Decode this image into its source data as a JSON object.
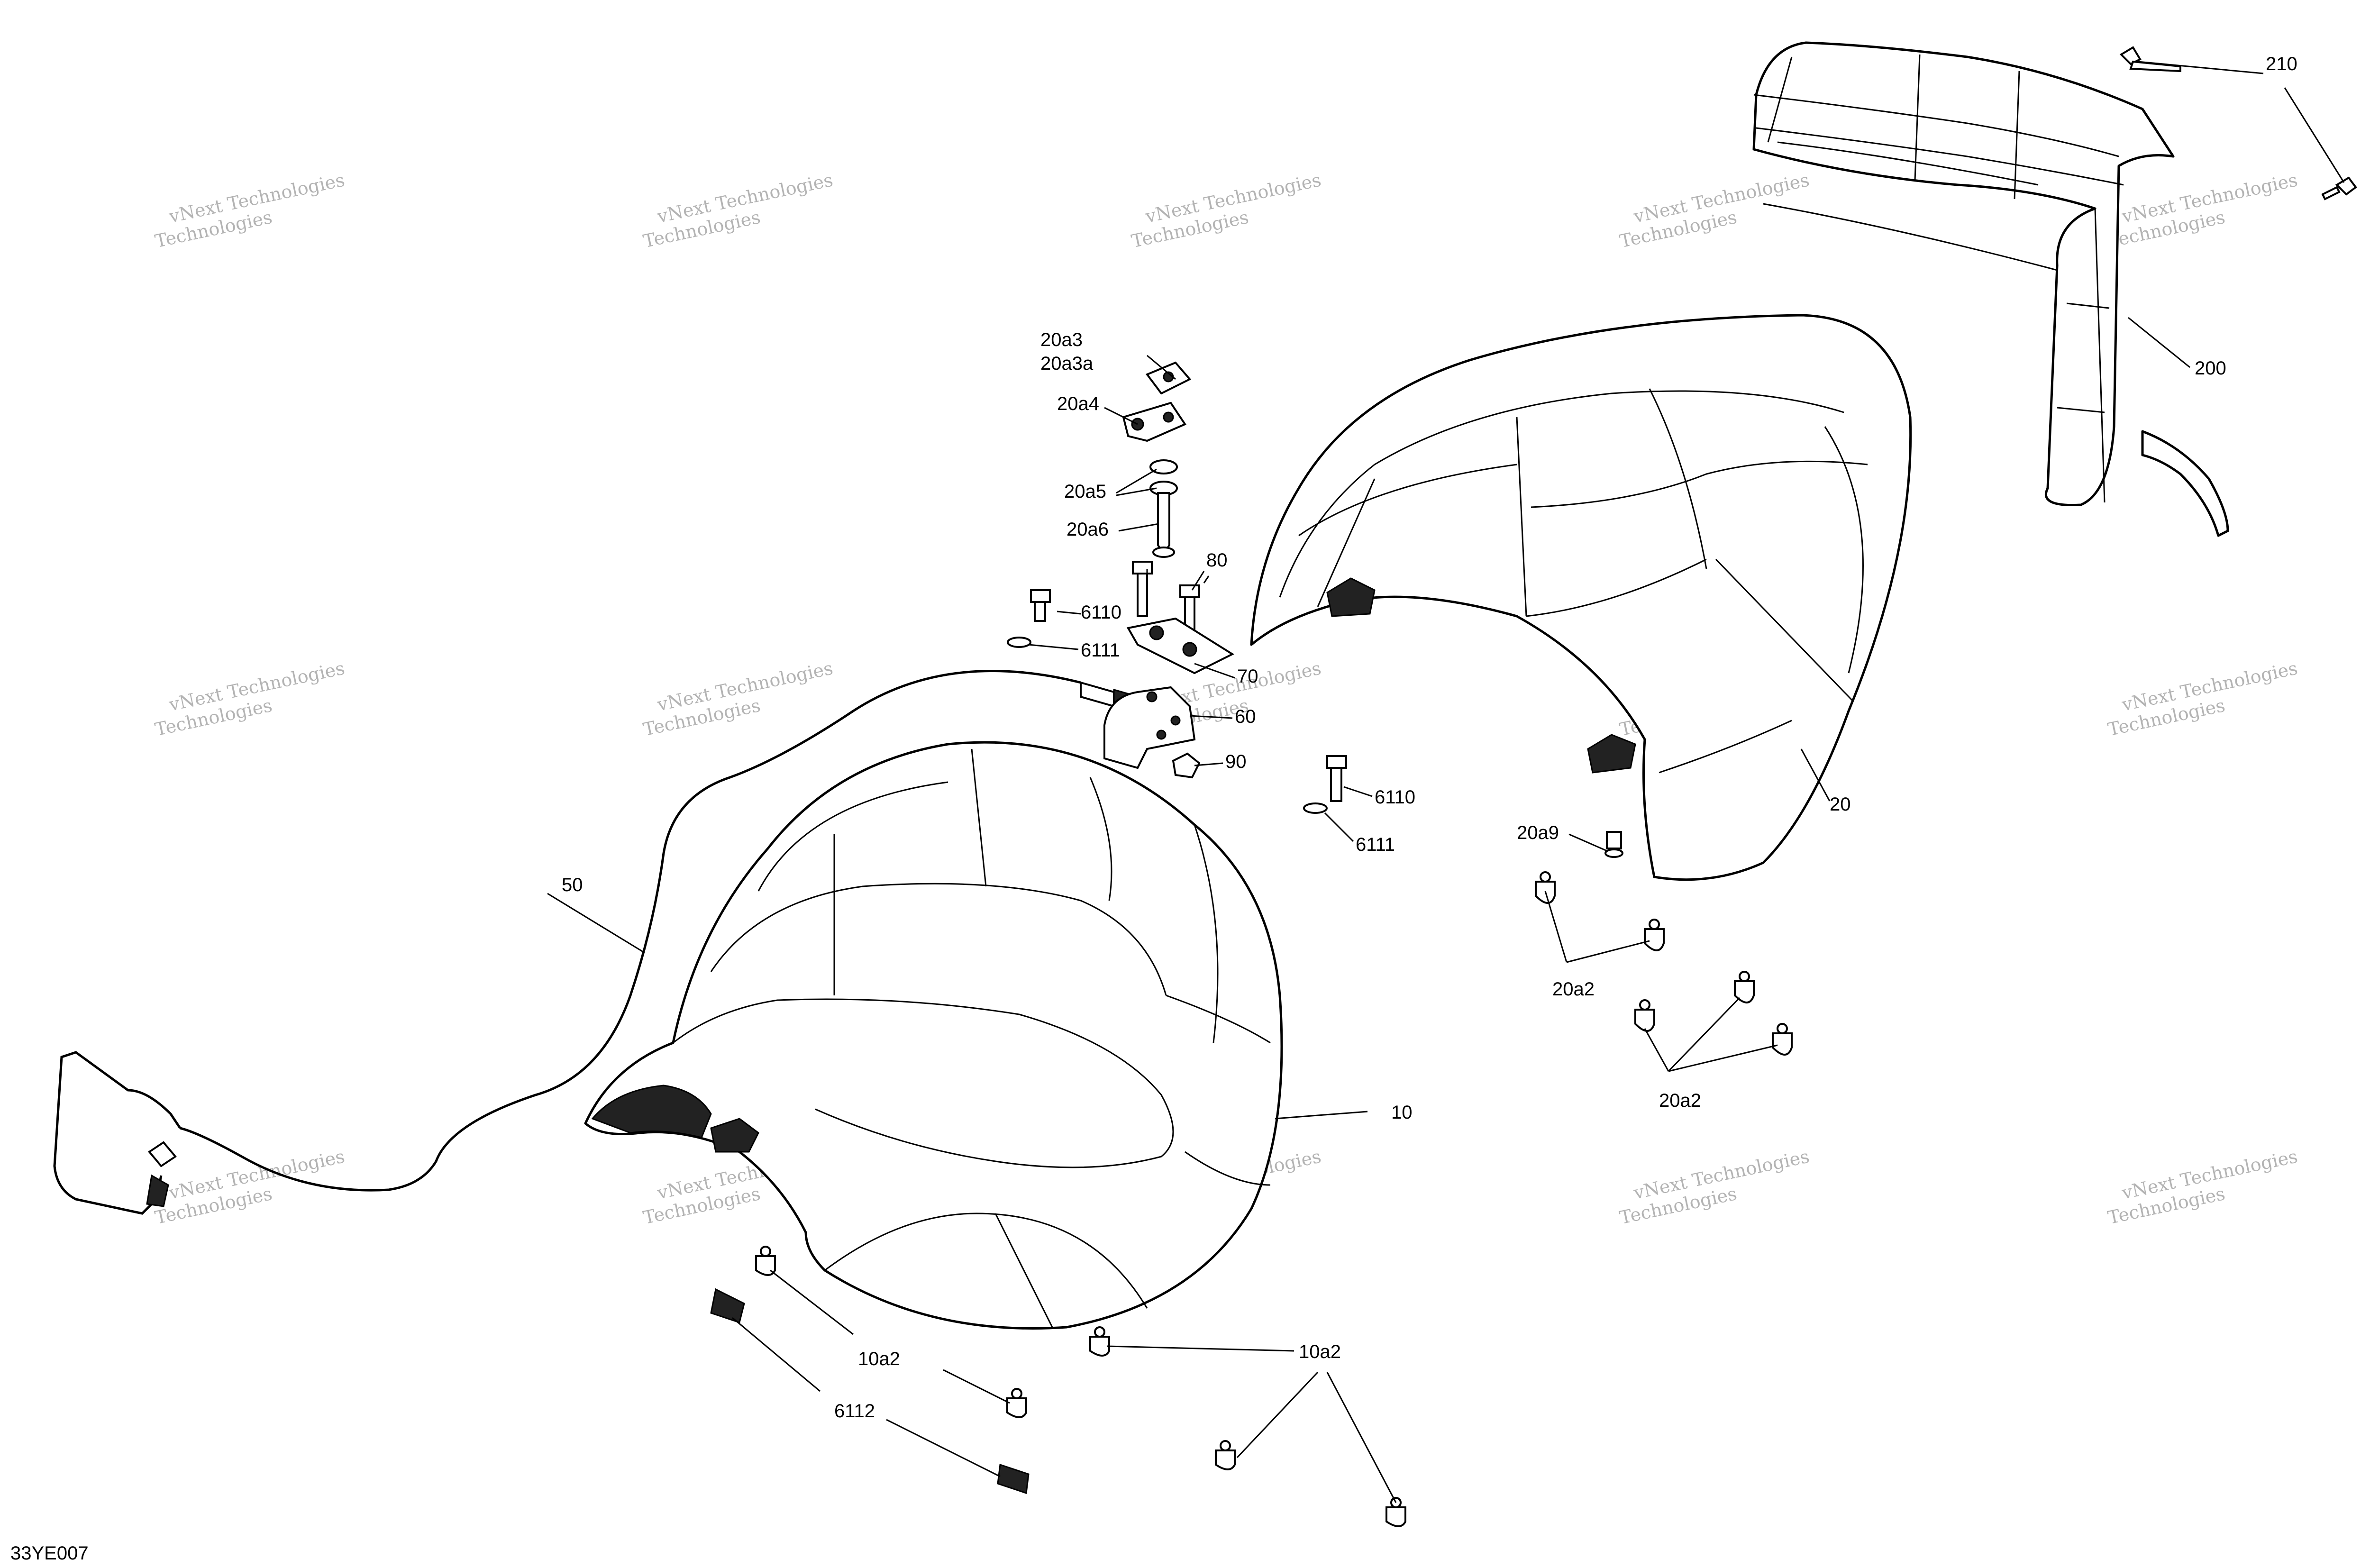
{
  "diagram": {
    "code": "33YE007",
    "watermark": {
      "line1": "vNext Technologies",
      "line2": "Technologies"
    },
    "callouts": [
      "210",
      "200",
      "20a3",
      "20a3a",
      "20a4",
      "20a5",
      "20a6",
      "80",
      "6110",
      "6111",
      "70",
      "60",
      "90",
      "6110",
      "6111",
      "20",
      "20a9",
      "50",
      "20a2",
      "20a2",
      "10",
      "10a2",
      "10a2",
      "6112"
    ]
  }
}
